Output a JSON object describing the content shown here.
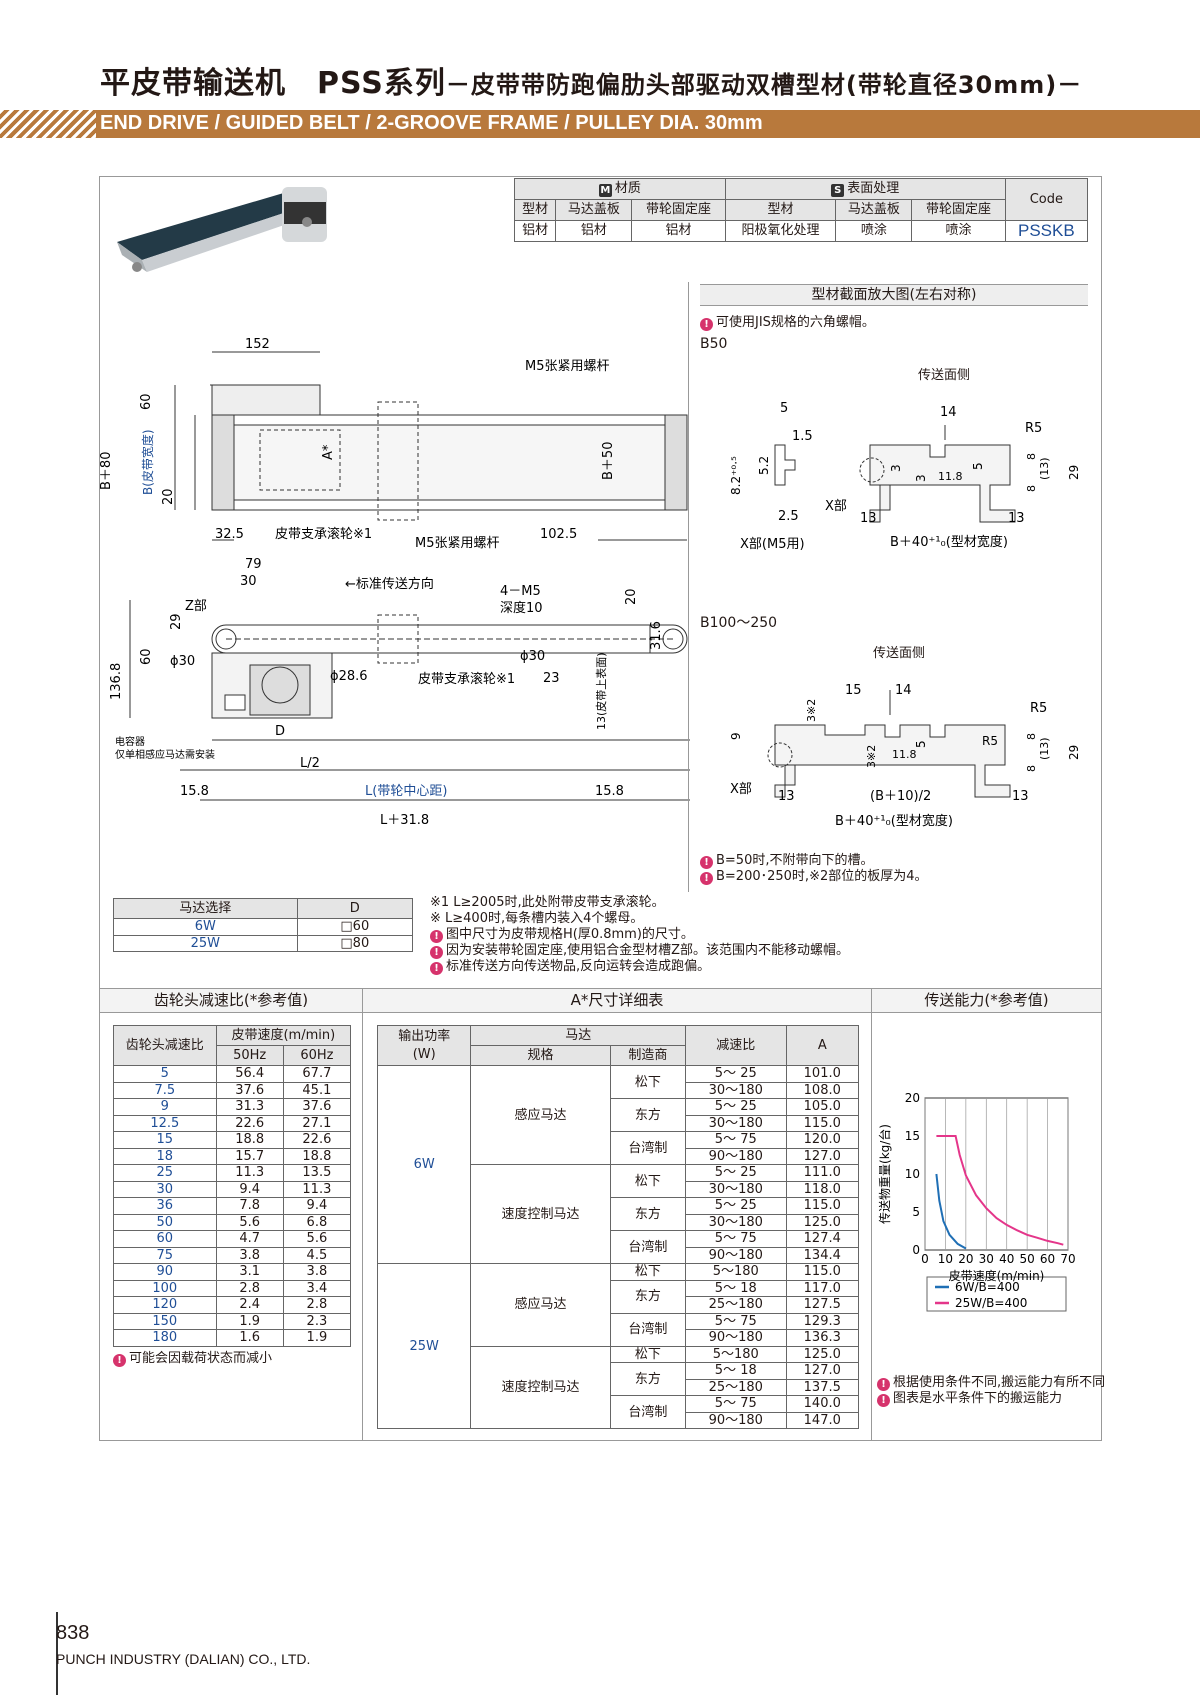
{
  "header": {
    "title": "平皮带输送机",
    "series": "PSS系列",
    "subtitle": "－皮带带防跑偏肋头部驱动双槽型材(带轮直径30mm)－",
    "english": "END DRIVE / GUIDED BELT / 2-GROOVE FRAME / PULLEY DIA. 30mm"
  },
  "material": {
    "m_label": "材质",
    "s_label": "表面处理",
    "code_label": "Code",
    "cols": [
      "型材",
      "马达盖板",
      "带轮固定座",
      "型材",
      "马达盖板",
      "带轮固定座"
    ],
    "vals": [
      "铝材",
      "铝材",
      "铝材",
      "阳极氧化处理",
      "喷涂",
      "喷涂"
    ],
    "code": "PSSKB"
  },
  "section": {
    "title": "型材截面放大图(左右对称)",
    "jis_note": "可使用JIS规格的六角螺帽。",
    "b50": "B50",
    "b100": "B100～250",
    "convey_side": "传送面侧",
    "x_part": "X部",
    "x_m5": "X部(M5用)",
    "frame_width": "B＋40⁺¹₀(型材宽度)",
    "half": "(B＋10)/2",
    "r5": "R5",
    "note1": "B=50时,不附带向下的槽。",
    "note2": "B=200･250时,※2部位的板厚为4。"
  },
  "drawing": {
    "d152": "152",
    "m5_tension": "M5张紧用螺杆",
    "b80": "B＋80",
    "b_width": "B(皮带宽度)",
    "d60": "60",
    "d20": "20",
    "a_star": "A*",
    "b50": "B＋50",
    "d325": "32.5",
    "belt_roller1": "皮带支承滚轮※1",
    "m5_tension2": "M5张紧用螺杆",
    "d1025": "102.5",
    "d79": "79",
    "d30": "30",
    "direction": "←标准传送方向",
    "z_part": "Z部",
    "d29": "29",
    "phi30": "ϕ30",
    "m5_depth": "4－M5",
    "depth10": "深度10",
    "d20b": "20",
    "d316": "31.6",
    "phi30b": "ϕ30",
    "d1368": "136.8",
    "d60b": "60",
    "phi286": "ϕ28.6",
    "belt_roller2": "皮带支承滚轮※1",
    "d23": "23",
    "d13": "13(皮带上表面)",
    "capacitor": "电容器",
    "capacitor2": "仅单相感应马达需安装",
    "dD": "D",
    "l_half": "L/2",
    "d158a": "15.8",
    "l_center": "L(带轮中心距)",
    "d158b": "15.8",
    "l318": "L＋31.8"
  },
  "motor_select": {
    "h1": "马达选择",
    "h2": "D",
    "rows": [
      [
        "6W",
        "□60"
      ],
      [
        "25W",
        "□80"
      ]
    ]
  },
  "notes": {
    "n1": "※1 L≥2005时,此处附带皮带支承滚轮。",
    "n2": "※ L≥400时,每条槽内装入4个螺母。",
    "n3": "图中尺寸为皮带规格H(厚0.8mm)的尺寸。",
    "n4": "因为安装带轮固定座,使用铝合金型材槽Z部。该范围内不能移动螺帽。",
    "n5": "标准传送方向传送物品,反向运转会造成跑偏。"
  },
  "gear": {
    "title": "齿轮头减速比(*参考值)",
    "h_ratio": "齿轮头减速比",
    "h_speed": "皮带速度(m/min)",
    "h50": "50Hz",
    "h60": "60Hz",
    "rows": [
      [
        "5",
        "56.4",
        "67.7"
      ],
      [
        "7.5",
        "37.6",
        "45.1"
      ],
      [
        "9",
        "31.3",
        "37.6"
      ],
      [
        "12.5",
        "22.6",
        "27.1"
      ],
      [
        "15",
        "18.8",
        "22.6"
      ],
      [
        "18",
        "15.7",
        "18.8"
      ],
      [
        "25",
        "11.3",
        "13.5"
      ],
      [
        "30",
        "9.4",
        "11.3"
      ],
      [
        "36",
        "7.8",
        "9.4"
      ],
      [
        "50",
        "5.6",
        "6.8"
      ],
      [
        "60",
        "4.7",
        "5.6"
      ],
      [
        "75",
        "3.8",
        "4.5"
      ],
      [
        "90",
        "3.1",
        "3.8"
      ],
      [
        "100",
        "2.8",
        "3.4"
      ],
      [
        "120",
        "2.4",
        "2.8"
      ],
      [
        "150",
        "1.9",
        "2.3"
      ],
      [
        "180",
        "1.6",
        "1.9"
      ]
    ],
    "note": "可能会因载荷状态而减小"
  },
  "adim": {
    "title": "A*尺寸详细表",
    "h_power": "输出功率",
    "h_power_unit": "(W)",
    "h_motor": "马达",
    "h_spec": "规格",
    "h_maker": "制造商",
    "h_ratio": "减速比",
    "h_a": "A",
    "groups": [
      {
        "power": "6W",
        "types": [
          {
            "type": "感应马达",
            "makers": [
              {
                "maker": "松下",
                "rows": [
                  [
                    "5～ 25",
                    "101.0"
                  ],
                  [
                    "30～180",
                    "108.0"
                  ]
                ]
              },
              {
                "maker": "东方",
                "rows": [
                  [
                    "5～ 25",
                    "105.0"
                  ],
                  [
                    "30～180",
                    "115.0"
                  ]
                ]
              },
              {
                "maker": "台湾制",
                "rows": [
                  [
                    "5～ 75",
                    "120.0"
                  ],
                  [
                    "90～180",
                    "127.0"
                  ]
                ]
              }
            ]
          },
          {
            "type": "速度控制马达",
            "makers": [
              {
                "maker": "松下",
                "rows": [
                  [
                    "5～ 25",
                    "111.0"
                  ],
                  [
                    "30～180",
                    "118.0"
                  ]
                ]
              },
              {
                "maker": "东方",
                "rows": [
                  [
                    "5～ 25",
                    "115.0"
                  ],
                  [
                    "30～180",
                    "125.0"
                  ]
                ]
              },
              {
                "maker": "台湾制",
                "rows": [
                  [
                    "5～ 75",
                    "127.4"
                  ],
                  [
                    "90～180",
                    "134.4"
                  ]
                ]
              }
            ]
          }
        ]
      },
      {
        "power": "25W",
        "types": [
          {
            "type": "感应马达",
            "makers": [
              {
                "maker": "松下",
                "rows": [
                  [
                    "5～180",
                    "115.0"
                  ]
                ]
              },
              {
                "maker": "东方",
                "rows": [
                  [
                    "5～ 18",
                    "117.0"
                  ],
                  [
                    "25～180",
                    "127.5"
                  ]
                ]
              },
              {
                "maker": "台湾制",
                "rows": [
                  [
                    "5～ 75",
                    "129.3"
                  ],
                  [
                    "90～180",
                    "136.3"
                  ]
                ]
              }
            ]
          },
          {
            "type": "速度控制马达",
            "makers": [
              {
                "maker": "松下",
                "rows": [
                  [
                    "5～180",
                    "125.0"
                  ]
                ]
              },
              {
                "maker": "东方",
                "rows": [
                  [
                    "5～ 18",
                    "127.0"
                  ],
                  [
                    "25～180",
                    "137.5"
                  ]
                ]
              },
              {
                "maker": "台湾制",
                "rows": [
                  [
                    "5～ 75",
                    "140.0"
                  ],
                  [
                    "90～180",
                    "147.0"
                  ]
                ]
              }
            ]
          }
        ]
      }
    ]
  },
  "capacity": {
    "title": "传送能力(*参考值)",
    "note1": "根据使用条件不同,搬运能力有所不同",
    "note2": "图表是水平条件下的搬运能力"
  },
  "chart_data": {
    "type": "line",
    "xlabel": "皮带速度(m/min)",
    "ylabel": "传送物重量(kg/台)",
    "xlim": [
      0,
      70
    ],
    "ylim": [
      0,
      20
    ],
    "xticks": [
      0,
      10,
      20,
      30,
      40,
      50,
      60,
      70
    ],
    "yticks": [
      0,
      5,
      10,
      15,
      20
    ],
    "grid": true,
    "legend": "bottom",
    "series": [
      {
        "name": "6W/B=400",
        "color": "#1f6fb5",
        "points": [
          [
            5.6,
            10
          ],
          [
            7,
            6.5
          ],
          [
            9,
            3.8
          ],
          [
            12,
            2
          ],
          [
            16,
            0.8
          ],
          [
            20,
            0.2
          ]
        ]
      },
      {
        "name": "25W/B=400",
        "color": "#e4368a",
        "points": [
          [
            5.6,
            15
          ],
          [
            15,
            15
          ],
          [
            17,
            12.5
          ],
          [
            20,
            9.8
          ],
          [
            25,
            7.2
          ],
          [
            30,
            5.5
          ],
          [
            35,
            4.2
          ],
          [
            40,
            3.3
          ],
          [
            45,
            2.6
          ],
          [
            50,
            2
          ],
          [
            55,
            1.6
          ],
          [
            60,
            1.2
          ],
          [
            65,
            0.9
          ],
          [
            67.7,
            0.7
          ]
        ]
      }
    ]
  },
  "footer": {
    "page": "838",
    "company": "PUNCH INDUSTRY (DALIAN) CO., LTD."
  }
}
